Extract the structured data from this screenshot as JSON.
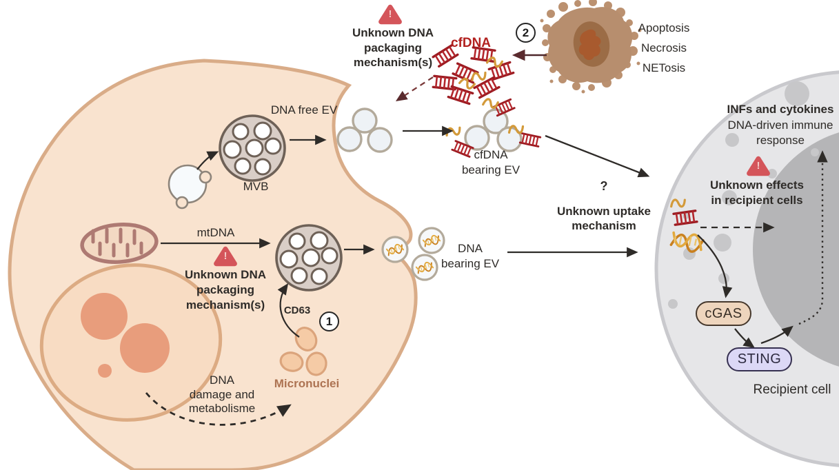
{
  "shared": {
    "exclamation": "!",
    "packaging_warning": [
      "Unknown DNA",
      "packaging",
      "mechanism(s)"
    ]
  },
  "steps": {
    "one": "1",
    "two": "2"
  },
  "extracellular": {
    "cfdna_label": "cfDNA",
    "cell_death": [
      "Apoptosis",
      "Necrosis",
      "NETosis"
    ],
    "cfdna_bearing_ev": [
      "cfDNA",
      "bearing EV"
    ],
    "question_mark": "?",
    "uptake": [
      "Unknown uptake",
      "mechanism"
    ]
  },
  "donor_cell": {
    "dna_free_ev": "DNA free EV",
    "mvb": "MVB",
    "mtdna": "mtDNA",
    "cd63": "CD63",
    "micronuclei": "Micronuclei",
    "dna_damage": [
      "DNA",
      "damage and",
      "metabolisme"
    ],
    "dna_bearing_ev": [
      "DNA",
      "bearing EV"
    ]
  },
  "recipient": {
    "infs": "INFs and cytokines",
    "immune": [
      "DNA-driven immune",
      "response"
    ],
    "effects": [
      "Unknown effects",
      "in recipient cells"
    ],
    "cgas": "cGAS",
    "sting": "STING",
    "caption": "Recipient cell"
  },
  "icons": {
    "warning": "rounded-red-triangle-with-exclamation",
    "cfdna_fragment": "red-dna-ladder",
    "dna_helix": "gold-double-helix",
    "step_badge": "numbered-circle",
    "mvb": "multivesicular-body",
    "ev": "extracellular-vesicle-ring"
  },
  "colors": {
    "cell_fill": "#f9e3cf",
    "cell_border": "#d9ac88",
    "nucleus_fill": "#f8dcc3",
    "nucleolus": "#e89d7c",
    "warning_red": "#d4555a",
    "cfdna_red": "#b2211f",
    "ladder_red": "#b3262c",
    "gold": "#d39a3a",
    "micronuclei_text": "#ad7352",
    "mvb_fill": "#d9cec7",
    "apoptotic_body": "#b78e6e",
    "recipient_fill": "#e6e6e8",
    "recipient_nucleus": "#b5b5b7",
    "cgas_fill": "#eed5bd",
    "sting_fill": "#dcd8f6",
    "ink": "#2e2b28"
  }
}
